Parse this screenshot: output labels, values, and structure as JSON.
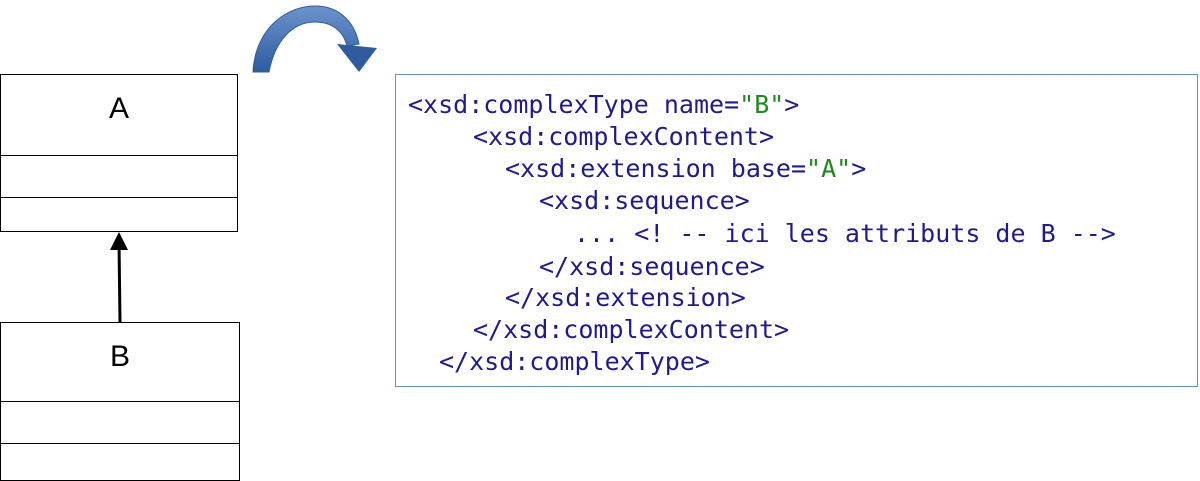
{
  "uml": {
    "class_a": {
      "name": "A"
    },
    "class_b": {
      "name": "B"
    }
  },
  "code": {
    "lines": [
      {
        "pre": "<xsd:complexType name=",
        "value": "\"B\"",
        "post": ">"
      },
      {
        "pre": "<xsd:complexContent>"
      },
      {
        "pre": "<xsd:extension base=",
        "value": "\"A\"",
        "post": ">"
      },
      {
        "pre": "<xsd:sequence>"
      },
      {
        "pre": "... <! -- ici les attributs de B -->"
      },
      {
        "pre": "</xsd:sequence>"
      },
      {
        "pre": "</xsd:extension>"
      },
      {
        "pre": "</xsd:complexContent>"
      },
      {
        "pre": "</xsd:complexType>"
      }
    ]
  },
  "colors": {
    "code_text": "#1f1a8e",
    "code_value": "#1d8a1d",
    "code_border": "#6a8fc4",
    "curved_arrow": "#3f6fb5"
  },
  "icons": {
    "curved_arrow": "curved-arrow-icon",
    "inheritance_arrow": "inheritance-arrow-icon"
  }
}
